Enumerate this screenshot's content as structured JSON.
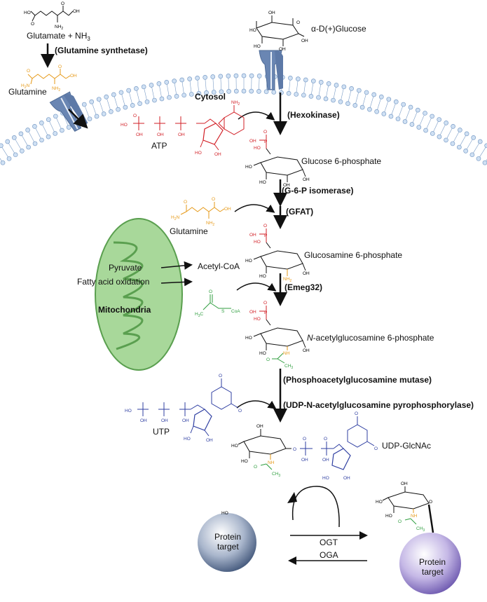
{
  "colors": {
    "black": "#111111",
    "red": "#d21f26",
    "orange": "#e69a19",
    "green": "#2f9e3f",
    "blue": "#2f3fa2",
    "membrane_fill": "#cfe0f3",
    "membrane_edge": "#7a9cc6",
    "transporter": "#6a86b3",
    "mito_fill": "#a8d89a",
    "mito_edge": "#5a9f4f"
  },
  "labels": {
    "glutamate_nh3": "Glutamate + NH",
    "nh3_sub": "3",
    "glutamine_synthetase": "(Glutamine synthetase)",
    "glutamine_top": "Glutamine",
    "alpha_glucose": "α-D(+)Glucose",
    "cytosol": "Cytosol",
    "hexokinase": "(Hexokinase)",
    "atp": "ATP",
    "glucose6p": "Glucose 6-phosphate",
    "g6p_isomerase": "(G-6-P isomerase)",
    "gfat": "(GFAT)",
    "glutamine_mid": "Glutamine",
    "glucosamine6p": "Glucosamine 6-phosphate",
    "pyruvate": "Pyruvate",
    "fatty_acid_oxidation": "Fatty acid oxidation",
    "mitochondria": "Mitochondria",
    "acetyl_coa": "Acetyl-CoA",
    "emeg32": "(Emeg32)",
    "nacetyl_italic": "N",
    "nacetyl_rest": "-acetylglucosamine 6-phosphate",
    "phosphoacetylglucosamine_mutase": "(Phosphoacetylglucosamine mutase)",
    "udp_pyrophosphorylase": "(UDP-N-acetylglucosamine pyrophosphorylase)",
    "utp": "UTP",
    "udp_glcnac": "UDP-GlcNAc",
    "ogt": "OGT",
    "oga": "OGA",
    "protein_target_left_1": "Protein",
    "protein_target_left_2": "target",
    "protein_target_right_1": "Protein",
    "protein_target_right_2": "target"
  },
  "chem": {
    "oh": "OH",
    "ho": "HO",
    "o": "O",
    "p": "P",
    "nh2": "NH",
    "nh": "NH",
    "ch3": "CH",
    "h3c": "H",
    "s": "S",
    "coa": "CoA",
    "n": "N",
    "h2n": "H",
    "one_sub": "2",
    "three_sub": "3"
  }
}
